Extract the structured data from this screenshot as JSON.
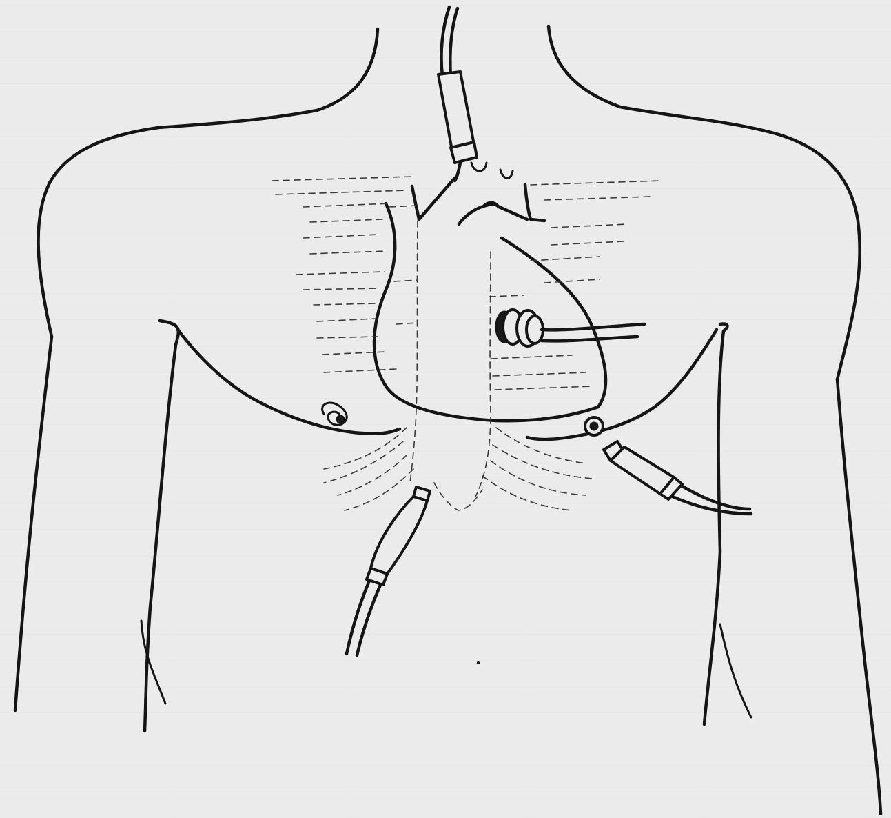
{
  "figure": {
    "subject": "chest-electrode-placement-sketch",
    "colors": {
      "paper": "#ebebeb",
      "ink": "#151515",
      "field_lines": "#3a3a3a"
    },
    "electrodes": [
      {
        "id": "neck-electrode",
        "icon": "cylinder-electrode"
      },
      {
        "id": "precordial-electrode",
        "icon": "ring-electrode"
      },
      {
        "id": "left-lateral-electrode",
        "icon": "cylinder-electrode"
      },
      {
        "id": "epigastric-electrode",
        "icon": "cylinder-electrode"
      }
    ]
  }
}
